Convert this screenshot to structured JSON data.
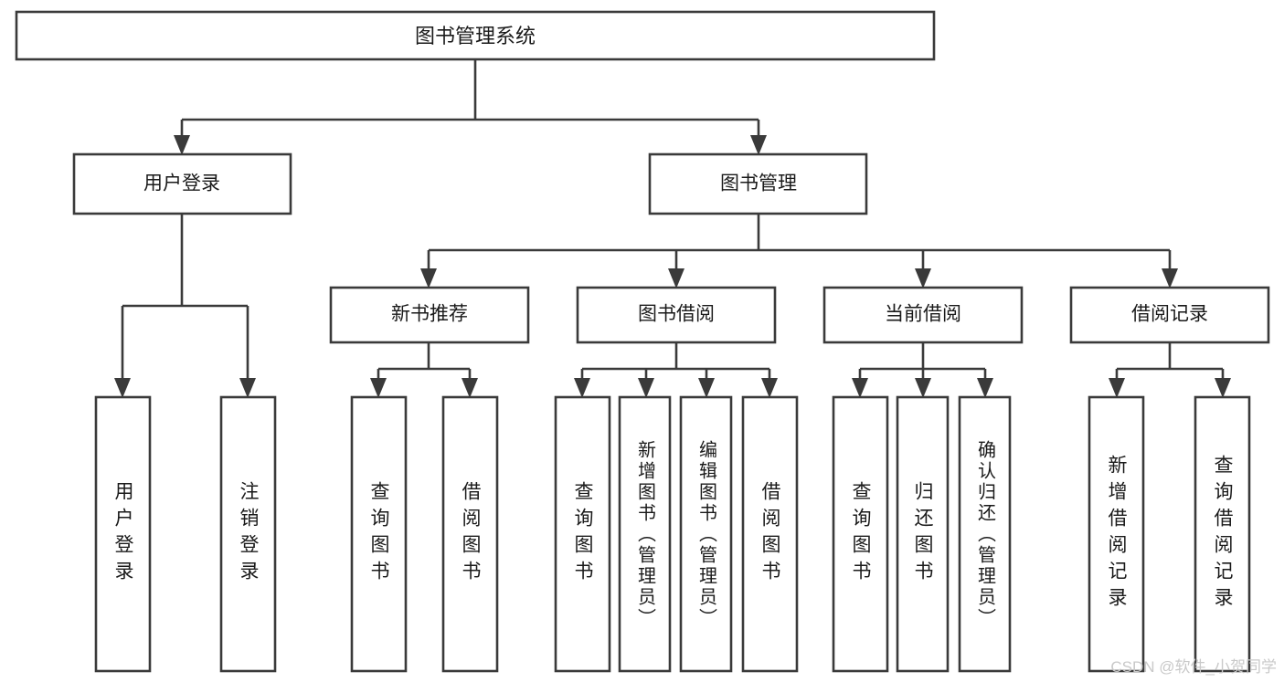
{
  "diagram": {
    "type": "tree-flowchart",
    "title": "图书管理系统",
    "watermark": "CSDN @软件_小贺同学",
    "colors": {
      "box_stroke": "#3a3a3a",
      "box_fill": "#ffffff",
      "text": "#1a1a1a",
      "connector": "#3a3a3a",
      "watermark": "#c9c9c9",
      "background": "#ffffff"
    },
    "levels": {
      "level1": [
        {
          "id": "root",
          "label": "图书管理系统"
        }
      ],
      "level2": [
        {
          "id": "user-login",
          "label": "用户登录",
          "parent": "root"
        },
        {
          "id": "book-manage",
          "label": "图书管理",
          "parent": "root"
        }
      ],
      "level3": [
        {
          "id": "new-book-rec",
          "label": "新书推荐",
          "parent": "book-manage"
        },
        {
          "id": "book-borrow",
          "label": "图书借阅",
          "parent": "book-manage"
        },
        {
          "id": "current-borrow",
          "label": "当前借阅",
          "parent": "book-manage"
        },
        {
          "id": "borrow-record",
          "label": "借阅记录",
          "parent": "book-manage"
        }
      ],
      "leaves": [
        {
          "id": "leaf-user-login",
          "label": "用户登录",
          "parent": "user-login"
        },
        {
          "id": "leaf-logout-login",
          "label": "注销登录",
          "parent": "user-login"
        },
        {
          "id": "leaf-query-book-1",
          "label": "查询图书",
          "parent": "new-book-rec"
        },
        {
          "id": "leaf-borrow-book-1",
          "label": "借阅图书",
          "parent": "new-book-rec"
        },
        {
          "id": "leaf-query-book-2",
          "label": "查询图书",
          "parent": "book-borrow"
        },
        {
          "id": "leaf-add-book",
          "label": "新增图书（管理员）",
          "parent": "book-borrow"
        },
        {
          "id": "leaf-edit-book",
          "label": "编辑图书（管理员）",
          "parent": "book-borrow"
        },
        {
          "id": "leaf-borrow-book-2",
          "label": "借阅图书",
          "parent": "book-borrow"
        },
        {
          "id": "leaf-query-book-3",
          "label": "查询图书",
          "parent": "current-borrow"
        },
        {
          "id": "leaf-return-book",
          "label": "归还图书",
          "parent": "current-borrow"
        },
        {
          "id": "leaf-confirm-return",
          "label": "确认归还（管理员）",
          "parent": "current-borrow"
        },
        {
          "id": "leaf-add-record",
          "label": "新增借阅记录",
          "parent": "borrow-record"
        },
        {
          "id": "leaf-query-record",
          "label": "查询借阅记录",
          "parent": "borrow-record"
        }
      ]
    }
  }
}
